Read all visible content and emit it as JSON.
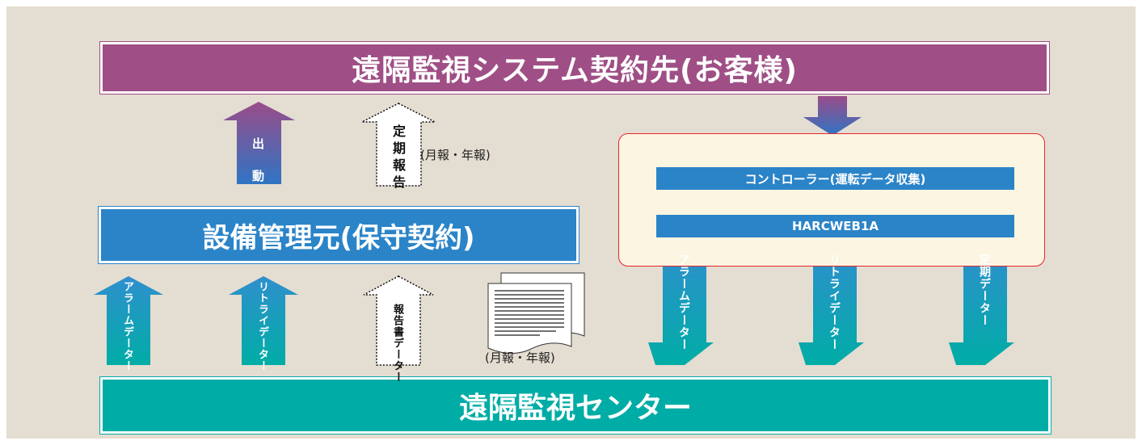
{
  "customer_label": "遠隔監視システム契約先(お客様)",
  "manager_label": "設備管理元(保守契約)",
  "center_label": "遠隔監視センター",
  "controller": {
    "collect_label": "コントローラー(運転データ収集)",
    "device_label": "HARCWEB1A"
  },
  "upper_left": {
    "dispatch_label": "出\n動",
    "periodic_report_label": "定期報告",
    "periodic_report_note": "(月報・年報)"
  },
  "lower_left": {
    "alarm_label": "アラームデーター",
    "retry_label": "リトライデーター",
    "report_data_label": "報告書データー",
    "report_note": "(月報・年報)"
  },
  "right_arrows": {
    "alarm_label": "アラームデーター",
    "retry_label": "リトライデーター",
    "periodic_label": "定期データー"
  },
  "colors": {
    "background": "#e4ddd1",
    "customer": "#9f4f86",
    "manager": "#2b84c8",
    "center": "#00aca6",
    "controller_border": "#e7262d",
    "controller_fill": "#fbf5e1"
  },
  "icons": [
    "document-stack-icon"
  ]
}
